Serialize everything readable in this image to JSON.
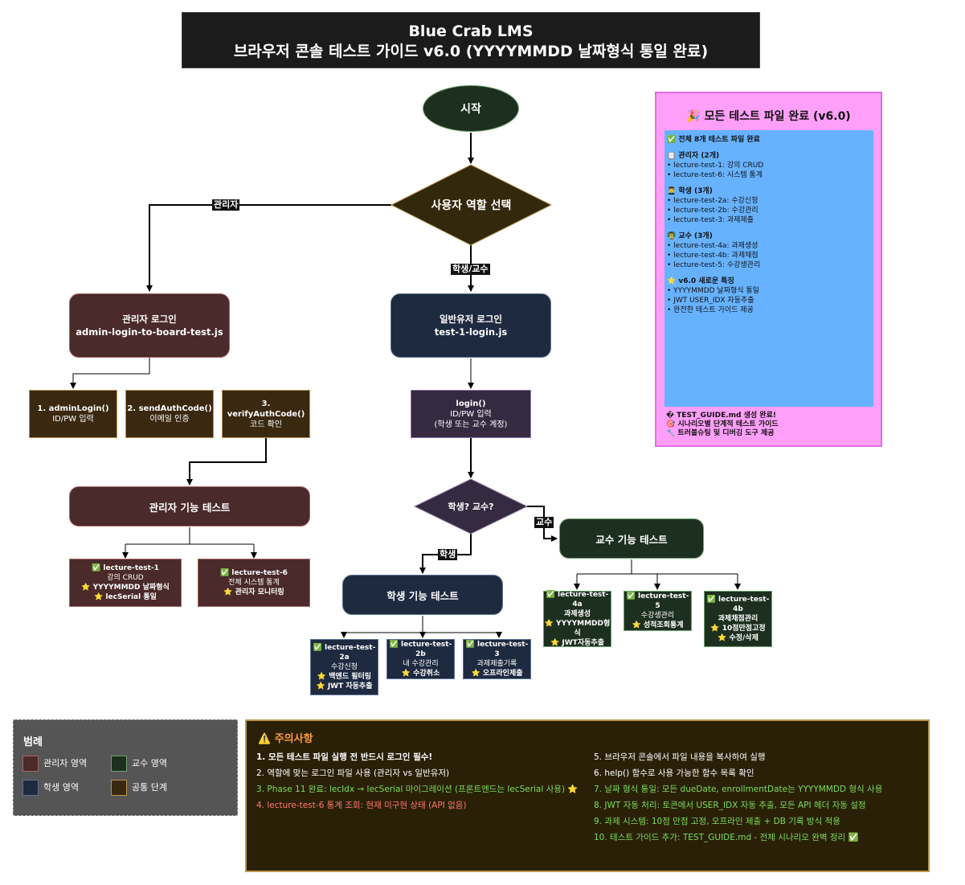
{
  "title": {
    "line1": "Blue Crab LMS",
    "line2": "브라우저 콘솔 테스트 가이드 v6.0 (YYYYMMDD 날짜형식 통일 완료)"
  },
  "start": "시작",
  "role_select": "사용자 역할 선택",
  "edge_labels": {
    "admin": "관리자",
    "student_prof": "학생/교수",
    "student": "학생",
    "prof": "교수"
  },
  "admin_login": {
    "line1": "관리자 로그인",
    "line2": "admin-login-to-board-test.js"
  },
  "user_login": {
    "line1": "일반유저 로그인",
    "line2": "test-1-login.js"
  },
  "admin_steps": [
    {
      "line1": "1. adminLogin()",
      "line2": "ID/PW 입력"
    },
    {
      "line1": "2. sendAuthCode()",
      "line2": "이메일 인증"
    },
    {
      "line1": "3. verifyAuthCode()",
      "line2": "코드 확인"
    }
  ],
  "login_fn": {
    "line1": "login()",
    "line2": "ID/PW 입력",
    "line3": "(학생 또는 교수 계정)"
  },
  "branch": "학생? 교수?",
  "admin_test": "관리자 기능 테스트",
  "student_test": "학생 기능 테스트",
  "prof_test": "교수 기능 테스트",
  "admin_cards": [
    {
      "line1": "✅ lecture-test-1",
      "line2": "강의 CRUD",
      "line3": "⭐ YYYYMMDD 날짜형식",
      "line4": "⭐ lecSerial 통일"
    },
    {
      "line1": "✅ lecture-test-6",
      "line2": "전체 시스템 통계",
      "line3": "⭐ 관리자 모니터링",
      "line4": ""
    }
  ],
  "student_cards": [
    {
      "line1": "✅ lecture-test-2a",
      "line2": "수강신청",
      "line3": "⭐ 백엔드 필터링",
      "line4": "⭐ JWT 자동추출"
    },
    {
      "line1": "✅ lecture-test-2b",
      "line2": "내 수강관리",
      "line3": "⭐ 수강취소",
      "line4": ""
    },
    {
      "line1": "✅ lecture-test-3",
      "line2": "과제제출기록",
      "line3": "⭐ 오프라인제출",
      "line4": ""
    }
  ],
  "prof_cards": [
    {
      "line1": "✅ lecture-test-4a",
      "line2": "과제생성",
      "line3": "⭐ YYYYMMDD형",
      "line4": "식",
      "line5": "⭐ JWT자동추출"
    },
    {
      "line1": "✅ lecture-test-5",
      "line2": "수강생관리",
      "line3": "⭐ 성적조회통계",
      "line4": "",
      "line5": ""
    },
    {
      "line1": "✅ lecture-test-4b",
      "line2": "과제채점관리",
      "line3": "⭐ 10점만점고정",
      "line4": "⭐ 수정/삭제",
      "line5": ""
    }
  ],
  "summary": {
    "title": "🎉 모든 테스트 파일 완료 (v6.0)",
    "lines": [
      {
        "t": "✅ 전체 8개 테스트 파일 완료",
        "h": true
      },
      {
        "t": "📋 관리자 (2개)",
        "h": true
      },
      {
        "t": "• lecture-test-1: 강의 CRUD",
        "h": false
      },
      {
        "t": "• lecture-test-6: 시스템 통계",
        "h": false
      },
      {
        "t": "👨‍🎓 학생 (3개)",
        "h": true
      },
      {
        "t": "• lecture-test-2a: 수강신청",
        "h": false
      },
      {
        "t": "• lecture-test-2b: 수강관리",
        "h": false
      },
      {
        "t": "• lecture-test-3: 과제제출",
        "h": false
      },
      {
        "t": "👨‍🏫 교수 (3개)",
        "h": true
      },
      {
        "t": "• lecture-test-4a: 과제생성",
        "h": false
      },
      {
        "t": "• lecture-test-4b: 과제채점",
        "h": false
      },
      {
        "t": "• lecture-test-5: 수강생관리",
        "h": false
      },
      {
        "t": "⭐ v6.0 새로운 특징",
        "h": true
      },
      {
        "t": "• YYYYMMDD 날짜형식 통일",
        "h": false
      },
      {
        "t": "• JWT USER_IDX 자동추출",
        "h": false
      },
      {
        "t": "• 완전한 테스트 가이드 제공",
        "h": false
      }
    ],
    "footer": [
      "� TEST_GUIDE.md 생성 완료!",
      "🎯 시나리오별 단계적 테스트 가이드",
      "🔧 트러블슈팅 및 디버깅 도구 제공"
    ]
  },
  "legend": {
    "title": "범례",
    "items": [
      {
        "label": "관리자 영역",
        "color": "#4a2a2a"
      },
      {
        "label": "교수 영역",
        "color": "#1d3020"
      },
      {
        "label": "학생 영역",
        "color": "#1e2a40"
      },
      {
        "label": "공통 단계",
        "color": "#3a2810"
      }
    ]
  },
  "notes": {
    "title": "⚠️ 주의사항",
    "left": [
      {
        "t": "1. 모든 테스트 파일 실행 전 반드시 로그인 필수!",
        "c": "white",
        "b": true
      },
      {
        "t": "2. 역할에 맞는 로그인 파일 사용 (관리자 vs 일반유저)",
        "c": "white",
        "b": false
      },
      {
        "t": "3. Phase 11 완료: lecIdx → lecSerial 마이그레이션 (프론트엔드는 lecSerial 사용) ⭐",
        "c": "green",
        "b": false
      },
      {
        "t": "4. lecture-test-6 통계 조회: 현재 미구현 상태 (API 없음)",
        "c": "red",
        "b": false
      }
    ],
    "right": [
      {
        "t": "5. 브라우저 콘솔에서 파일 내용을 복사하여 실행",
        "c": "white",
        "b": false
      },
      {
        "t": "6. help() 함수로 사용 가능한 함수 목록 확인",
        "c": "white",
        "b": false
      },
      {
        "t": "7. 날짜 형식 통일: 모든 dueDate, enrollmentDate는 YYYYMMDD 형식 사용",
        "c": "green",
        "b": false
      },
      {
        "t": "8. JWT 자동 처리: 토큰에서 USER_IDX 자동 추출, 모든 API 헤더 자동 설정",
        "c": "green",
        "b": false
      },
      {
        "t": "9. 과제 시스템: 10점 만점 고정, 오프라인 제출 + DB 기록 방식 적용",
        "c": "green",
        "b": false
      },
      {
        "t": "10. 테스트 가이드 추가: TEST_GUIDE.md - 전체 시나리오 완벽 정리 ✅",
        "c": "green",
        "b": false
      }
    ]
  }
}
